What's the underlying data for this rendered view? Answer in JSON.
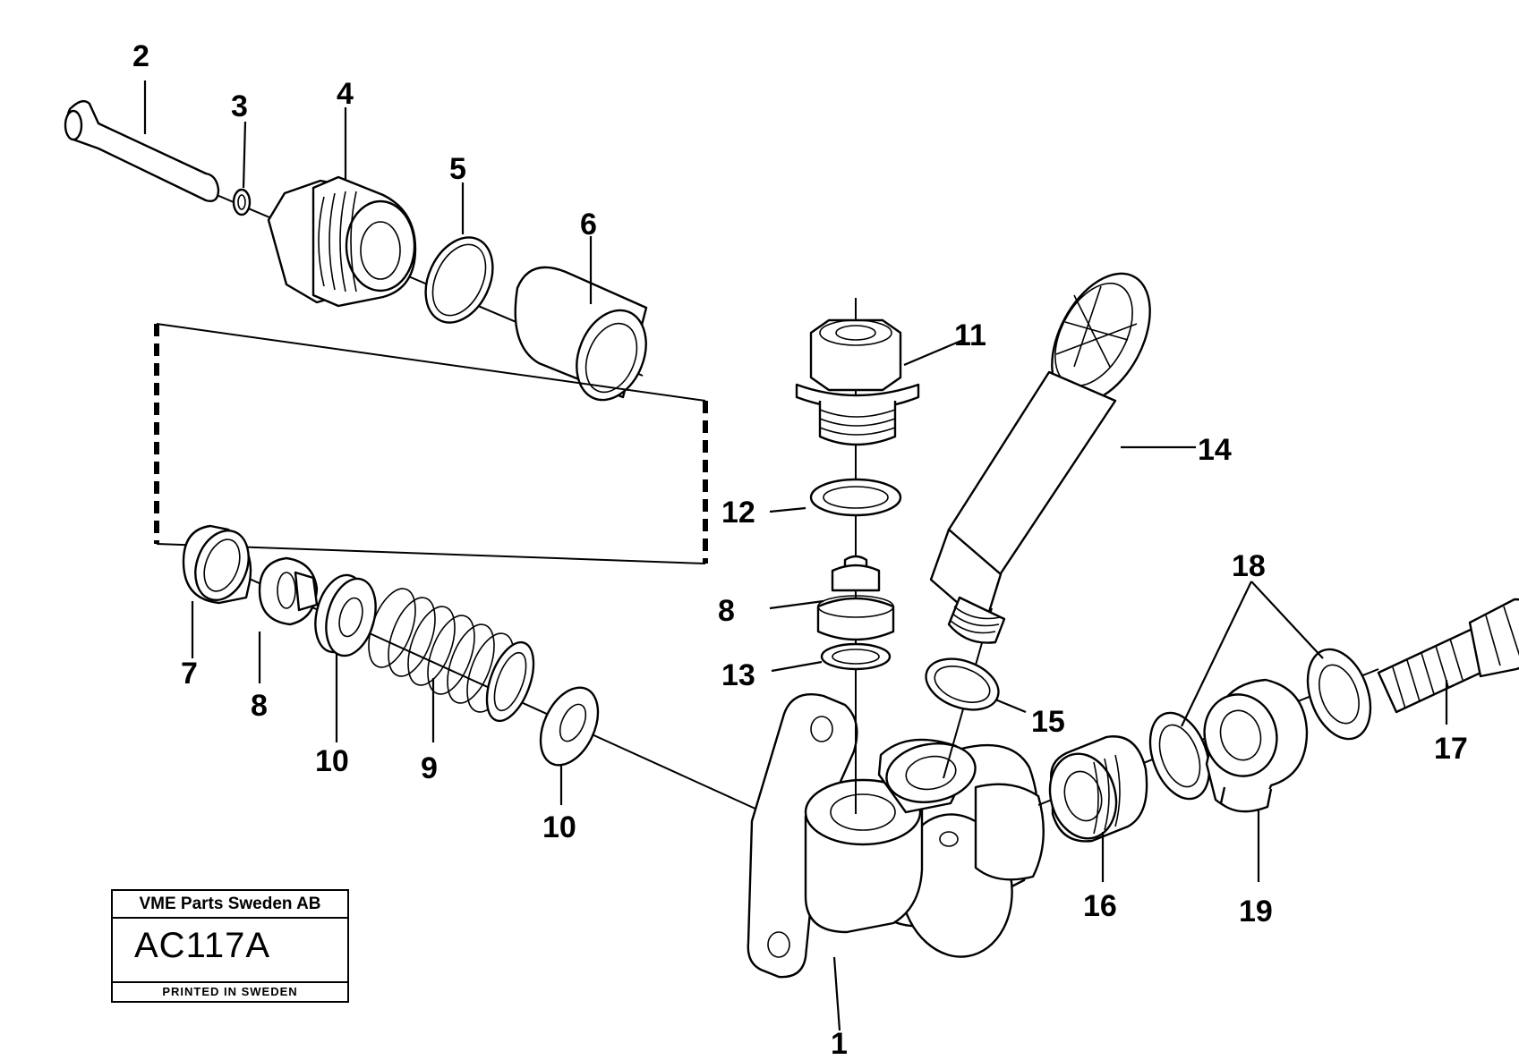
{
  "diagram": {
    "labels": {
      "p1": "1",
      "p2": "2",
      "p3": "3",
      "p4": "4",
      "p5": "5",
      "p6": "6",
      "p7": "7",
      "p8a": "8",
      "p8b": "8",
      "p9": "9",
      "p10a": "10",
      "p10b": "10",
      "p11": "11",
      "p12": "12",
      "p13": "13",
      "p14": "14",
      "p15": "15",
      "p16": "16",
      "p17": "17",
      "p18": "18",
      "p19": "19"
    }
  },
  "title_block": {
    "company": "VME Parts Sweden AB",
    "code": "AC117A",
    "printed": "PRINTED IN SWEDEN"
  }
}
